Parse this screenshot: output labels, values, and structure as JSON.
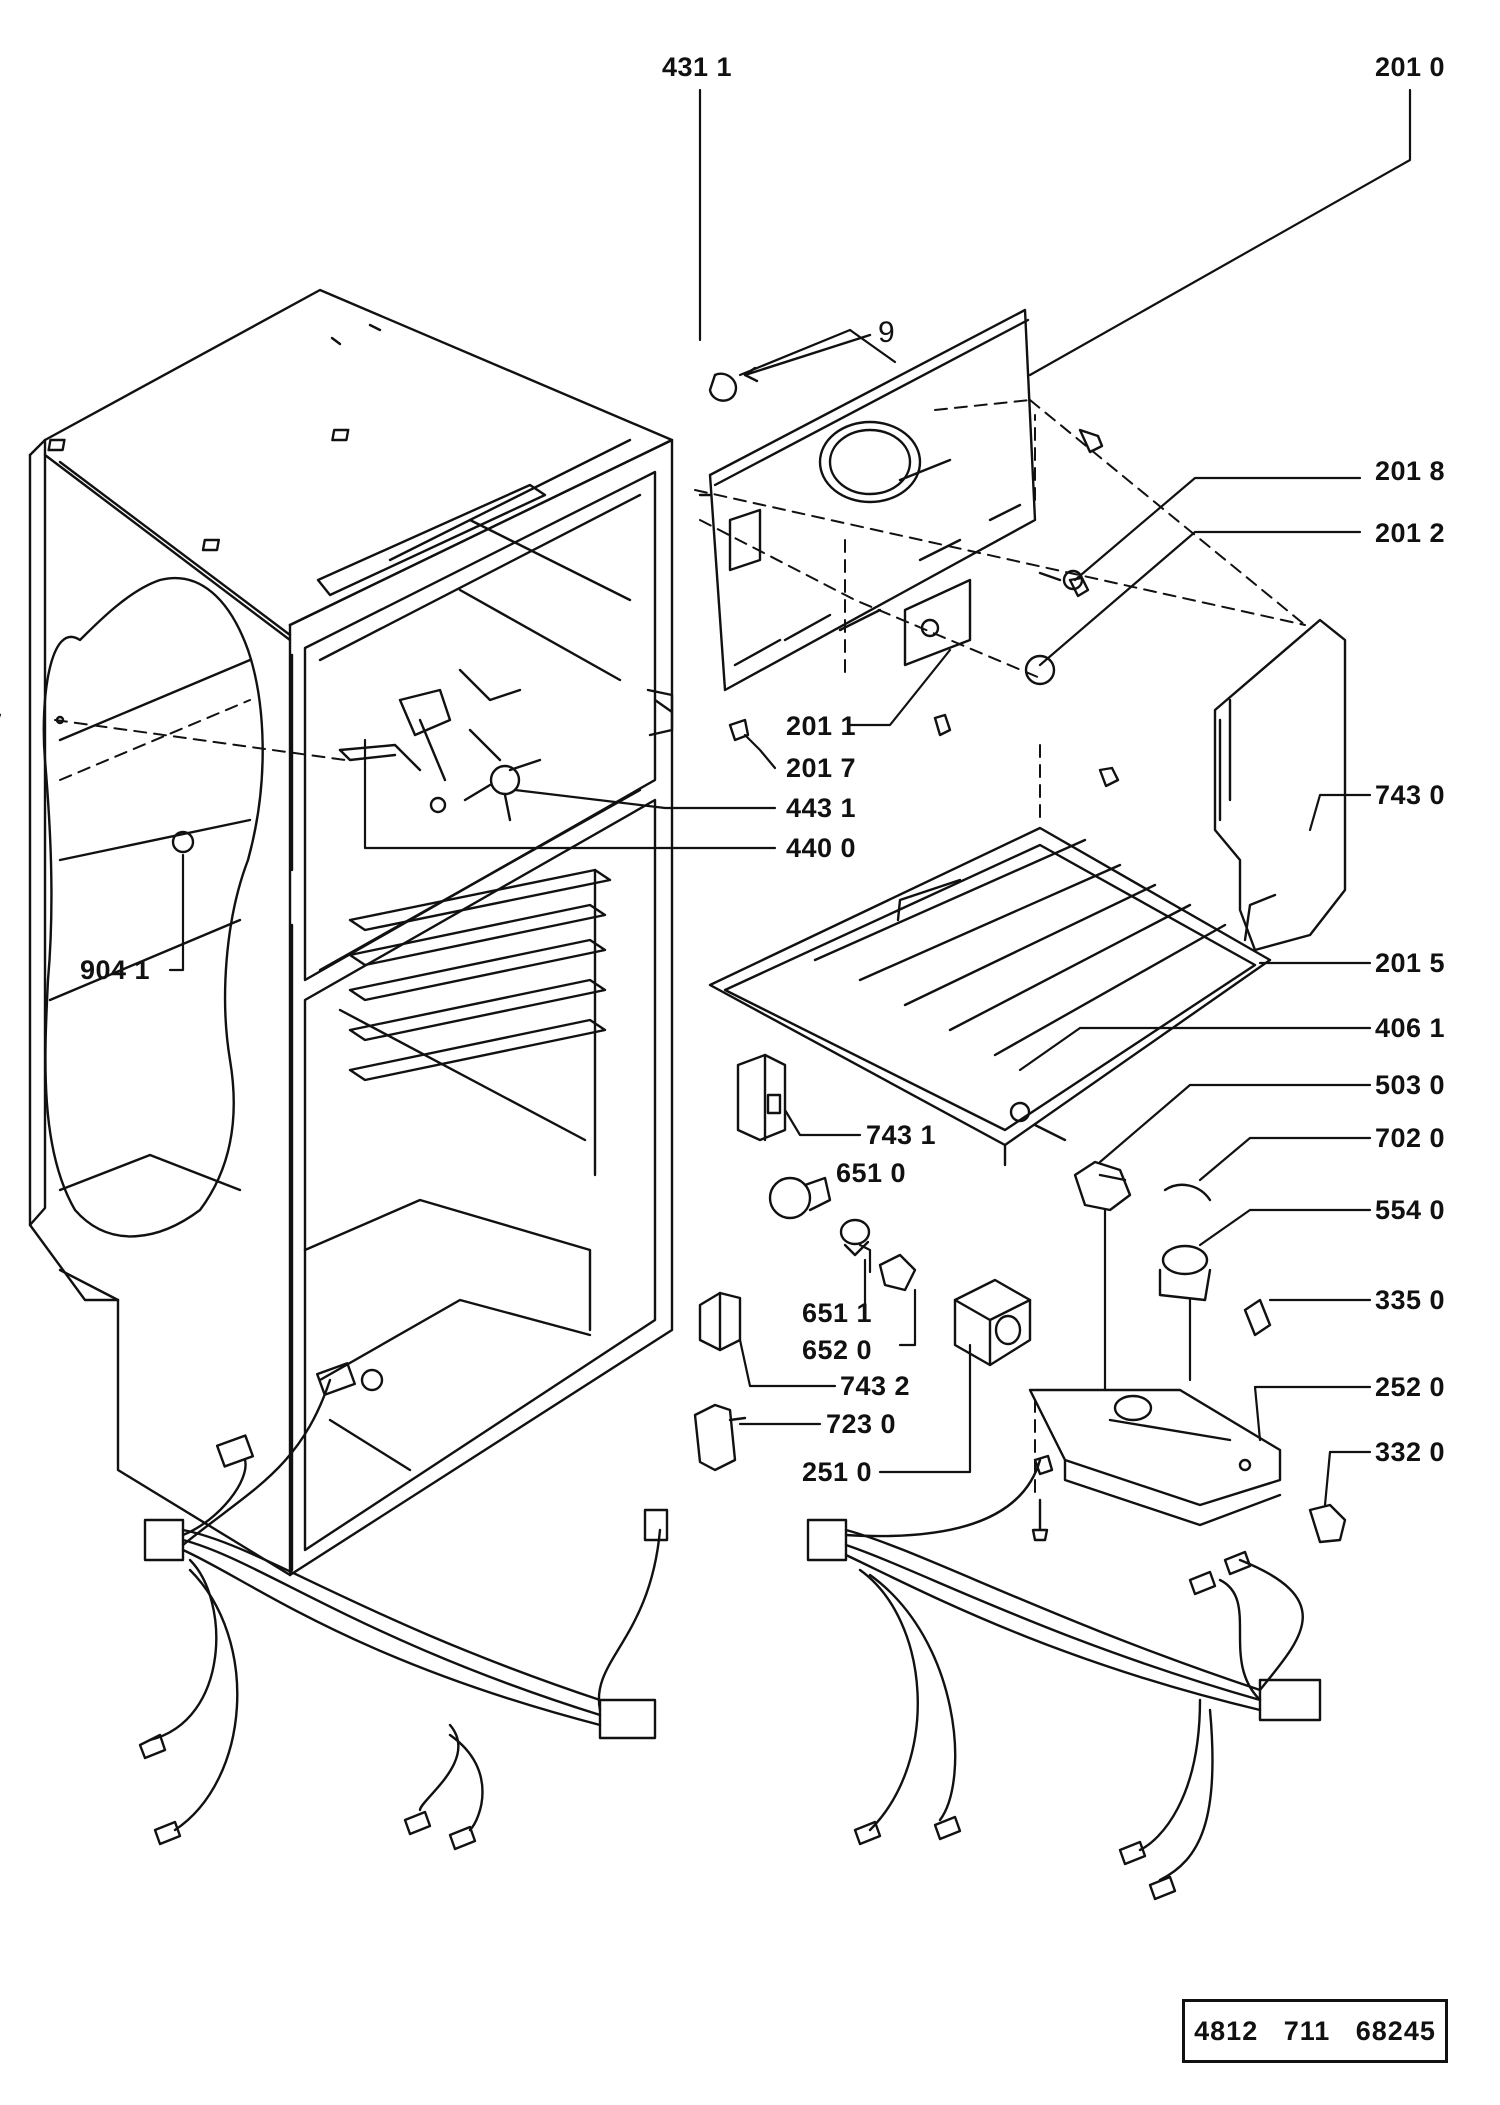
{
  "callouts": {
    "c4311": "431 1",
    "c2010": "201 0",
    "c9": "9",
    "c2018": "201 8",
    "c2012": "201 2",
    "c2011": "201 1",
    "c2017": "201 7",
    "c4431": "443 1",
    "c4400": "440 0",
    "c7430": "743 0",
    "c9041": "904 1",
    "c2015": "201 5",
    "c4061": "406 1",
    "c5030": "503 0",
    "c7431": "743 1",
    "c7020": "702 0",
    "c6510": "651 0",
    "c5540": "554 0",
    "c6511": "651 1",
    "c3350": "335 0",
    "c6520": "652 0",
    "c7432": "743 2",
    "c2520": "252 0",
    "c7230": "723 0",
    "c3320": "332 0",
    "c2510": "251 0"
  },
  "doc_number": "4812   711   68245"
}
